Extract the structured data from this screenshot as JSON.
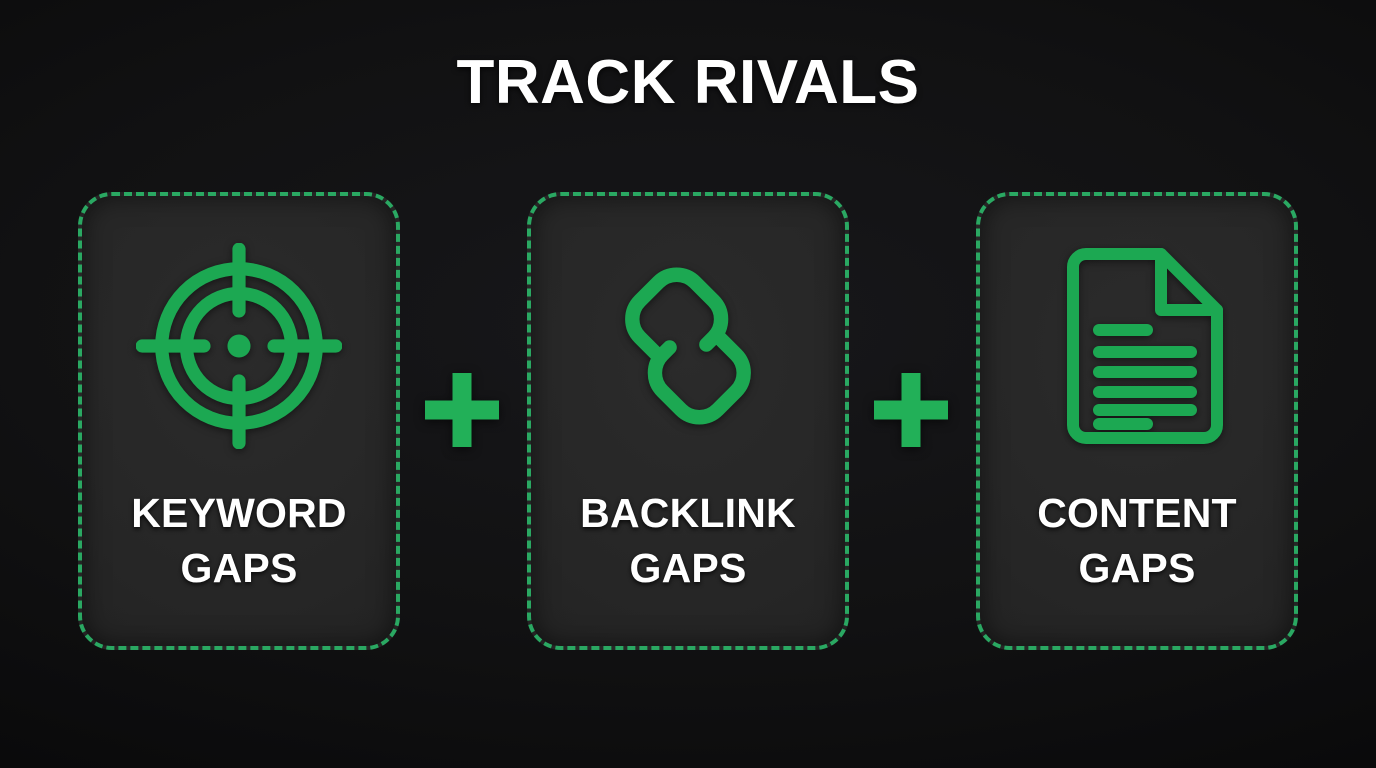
{
  "header": {
    "title": "TRACK RIVALS"
  },
  "colors": {
    "page_background": "#0b0b0b",
    "card_background": "#262626",
    "accent_green": "#1ca852",
    "border_green": "#2aa862",
    "plus_green": "#22b058",
    "title_text": "#ffffff",
    "label_text": "#ffffff"
  },
  "cards": [
    {
      "icon": "target-crosshair-icon",
      "label_lines": [
        "KEYWORD",
        "GAPS"
      ],
      "label_full": "KEYWORD GAPS"
    },
    {
      "icon": "chain-link-icon",
      "label_lines": [
        "BACKLINK",
        "GAPS"
      ],
      "label_full": "BACKLINK GAPS"
    },
    {
      "icon": "document-lines-icon",
      "label_lines": [
        "CONTENT",
        "GAPS"
      ],
      "label_full": "CONTENT GAPS"
    }
  ],
  "separators": [
    {
      "icon": "plus-icon",
      "symbol": "+"
    },
    {
      "icon": "plus-icon",
      "symbol": "+"
    }
  ]
}
